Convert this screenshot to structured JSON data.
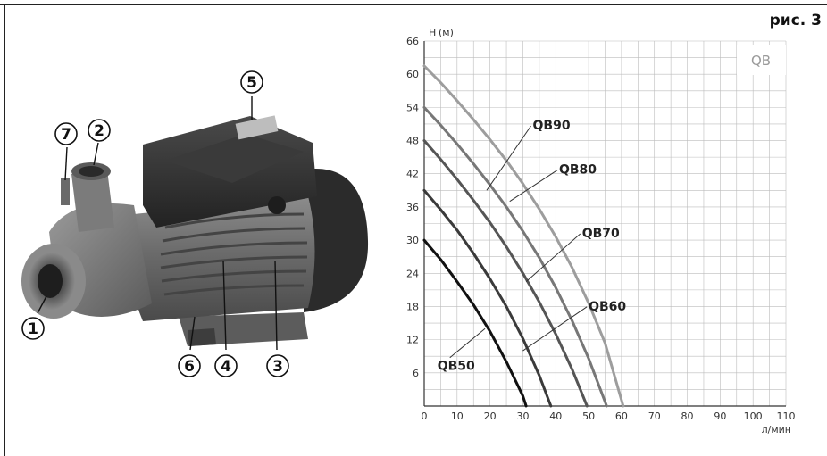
{
  "figure_label": "рис. 3",
  "callouts": [
    "1",
    "2",
    "3",
    "4",
    "5",
    "6",
    "7"
  ],
  "chart_data": {
    "type": "line",
    "tag": "QB",
    "xlabel": "л/мин",
    "ylabel": "H",
    "ylabel_unit": "(м)",
    "xlim": [
      0,
      110
    ],
    "ylim": [
      0,
      66
    ],
    "xticks": [
      0,
      10,
      20,
      30,
      40,
      50,
      60,
      70,
      80,
      90,
      100,
      110
    ],
    "yticks": [
      6,
      12,
      18,
      24,
      30,
      36,
      42,
      48,
      54,
      60,
      66
    ],
    "grid": true,
    "series": [
      {
        "name": "QB50",
        "color": "#111111",
        "x": [
          0,
          5,
          10,
          15,
          20,
          25,
          30,
          31
        ],
        "y": [
          30,
          26.5,
          22.5,
          18.3,
          13.5,
          8,
          1.8,
          0
        ]
      },
      {
        "name": "QB60",
        "color": "#3a3a3a",
        "x": [
          0,
          5,
          10,
          15,
          20,
          25,
          30,
          35,
          38.5
        ],
        "y": [
          39,
          35.5,
          31.8,
          27.6,
          23,
          18,
          12.2,
          5.5,
          0
        ]
      },
      {
        "name": "QB70",
        "color": "#555555",
        "x": [
          0,
          5,
          10,
          15,
          20,
          25,
          30,
          35,
          40,
          45,
          49.5
        ],
        "y": [
          48,
          44.6,
          41,
          37.2,
          33.2,
          28.8,
          24,
          18.8,
          13,
          6.6,
          0
        ]
      },
      {
        "name": "QB80",
        "color": "#777777",
        "x": [
          0,
          5,
          10,
          15,
          20,
          25,
          30,
          35,
          40,
          45,
          50,
          55.5
        ],
        "y": [
          54,
          50.8,
          47.4,
          43.8,
          40,
          36,
          31.6,
          26.8,
          21.4,
          15.4,
          8.6,
          0
        ]
      },
      {
        "name": "QB90",
        "color": "#9d9d9d",
        "x": [
          0,
          5,
          10,
          15,
          20,
          25,
          30,
          35,
          40,
          45,
          50,
          55,
          60.5
        ],
        "y": [
          61.5,
          58.5,
          55.2,
          51.8,
          48.2,
          44.4,
          40.2,
          35.6,
          30.6,
          25,
          18.6,
          11.4,
          0
        ]
      }
    ]
  }
}
